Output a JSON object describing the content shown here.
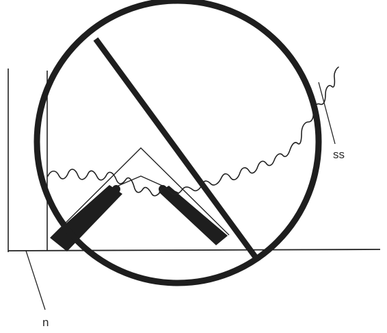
{
  "labels": {
    "ss": "ss",
    "n": "n"
  },
  "colors": {
    "ink": "#222222",
    "background": "#ffffff"
  },
  "symbol": "prohibition-circle"
}
